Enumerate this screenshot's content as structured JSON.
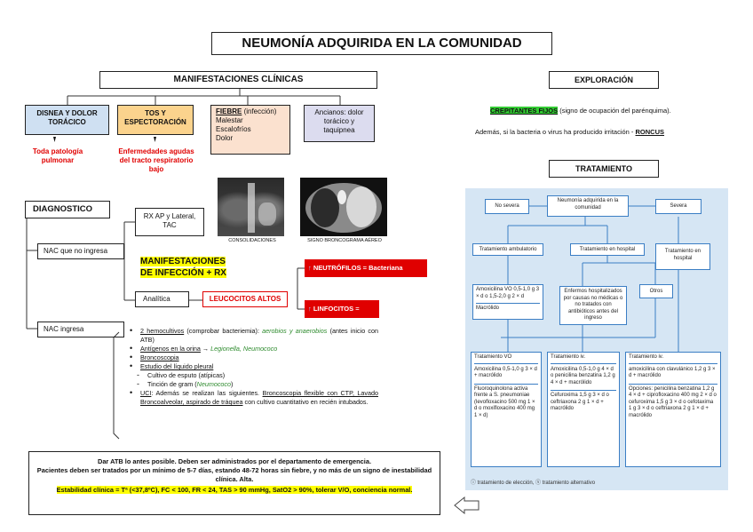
{
  "title": "NEUMONÍA ADQUIRIDA EN LA COMUNIDAD",
  "manifestaciones": {
    "header": "MANIFESTACIONES CLÍNICAS",
    "disnea": "DISNEA Y DOLOR TORÁCICO",
    "disnea_note": "Toda patología pulmonar",
    "tos": "TOS Y ESPECTORACIÓN",
    "tos_note": "Enfermedades agudas del tracto respiratorio bajo",
    "fiebre_title": "FIEBRE",
    "fiebre_suffix": " (infección)",
    "fiebre_items": [
      "Malestar",
      "Escalofríos",
      "Dolor"
    ],
    "ancianos": "Ancianos: dolor torácico y taquipnea"
  },
  "exploracion": {
    "header": "EXPLORACIÓN",
    "line1_hl": "CREPITANTES FIJOS",
    "line1_rest": " (signo de ocupación del parénquima).",
    "line2_a": "Además, si la bacteria o virus ha producido irritación - ",
    "line2_b": "RONCUS"
  },
  "tratamiento": {
    "header": "TRATAMIENTO",
    "algo": {
      "no_severa": "No severa",
      "root": "Neumonía adquirida en la comunidad",
      "severa": "Severa",
      "ambulatorio": "Tratamiento ambulatorio",
      "hospital": "Tratamiento en hospital",
      "hospital_sev": "Tratamiento en hospital",
      "amox": "Amoxicilina VO 0,5-1,0 g 3 × d o 1,5-2,0 g 2 × d",
      "macrolido": "Macrólido",
      "enfermos": "Enfermos hospitalizados por causas no médicas o no tratados con antibióticos antes del ingreso",
      "otros": "Otros",
      "vo_title": "Tratamiento VO",
      "vo_1": "Amoxicilina 0,5-1,0 g 3 × d + macrólido",
      "vo_2": "Fluoroquinolona activa frente a S. pneumoniae (levofloxacino 500 mg 1 × d o moxifloxacino 400 mg 1 × d)",
      "iv_title": "Tratamiento iv.",
      "iv_1": "Amoxicilina 0,5-1,0 g 4 × d o penicilina benzatina 1,2 g 4 × d + macrólido",
      "iv_2": "Cefuroxima 1,5 g 3 × d o ceftriaxona 2 g 1 × d + macrólido",
      "iv3_title": "Tratamiento iv.",
      "iv3_1": "amoxicilina con clavulánico 1,2 g 3 × d + macrólido",
      "iv3_2": "Opciones: penicilina benzatina 1,2 g 4 × d + ciprofloxacino 400 mg 2 × d o cefuroxima 1,5 g 3 × d o cefotaxima 1 g 3 × d o ceftriaxona 2 g 1 × d + macrólido",
      "legend": "ⓘ tratamiento de elección, ⓢ tratamiento alternativo"
    }
  },
  "diagnostico": {
    "header": "DIAGNOSTICO",
    "nac_no": "NAC que no ingresa",
    "nac_si": "NAC ingresa",
    "rx": "RX AP y Lateral, TAC",
    "consolidaciones": "CONSOLIDACIONES",
    "signo": "SIGNO BRONCOGRAMA AÉREO",
    "manif_inf": "MANIFESTACIONES DE INFECCIÓN + RX",
    "analitica": "Analítica",
    "leucocitos": "LEUCOCITOS ALTOS",
    "neutrofilos": "NEUTRÓFILOS = Bacteriana",
    "linfocitos": "LINFOCITOS = Vírica",
    "ingresa": {
      "hemo_a": "2 hemocultivos",
      "hemo_b": " (comprobar bacteriemia): ",
      "hemo_c": "aerobios y anaerobios",
      "hemo_d": " (antes inicio con ATB)",
      "orina_a": "Antígenos en la orina",
      "orina_b": " → ",
      "orina_c": "Legionella, Neumococo",
      "bronco": "Broncoscopia",
      "pleural": "Estudio del líquido pleural",
      "cultivo": "Cultivo de esputo (atípicas)",
      "tincion_a": "Tinción de gram (",
      "tincion_b": "Neumococo",
      "tincion_c": ")",
      "uci_a": "UCI",
      "uci_b": ": Además se realizan las siguientes. ",
      "uci_c": "Broncoscopia flexible con CTP, Lavado Broncoalveolar, aspirado de tráquea",
      "uci_d": " con cultivo cuantitativo en recién intubados."
    }
  },
  "footer": {
    "l1": "Dar ATB lo antes posible. Deben ser administrados por el departamento de emergencia.",
    "l2": "Pacientes deben ser tratados por un mínimo de 5-7 días, estando 48-72 horas sin fiebre, y no más de un signo de inestabilidad clínica. Alta.",
    "l3": "Estabilidad clínica = Tª (<37,8ºC), FC < 100, FR < 24, TAS > 90 mmHg, SatO2 > 90%, tolerar V/O, conciencia normal."
  },
  "colors": {
    "red": "#e00000",
    "blue_box": "#cfe0f2",
    "yellow_box": "#fbd38d",
    "algo_bg": "#d6e6f4"
  }
}
